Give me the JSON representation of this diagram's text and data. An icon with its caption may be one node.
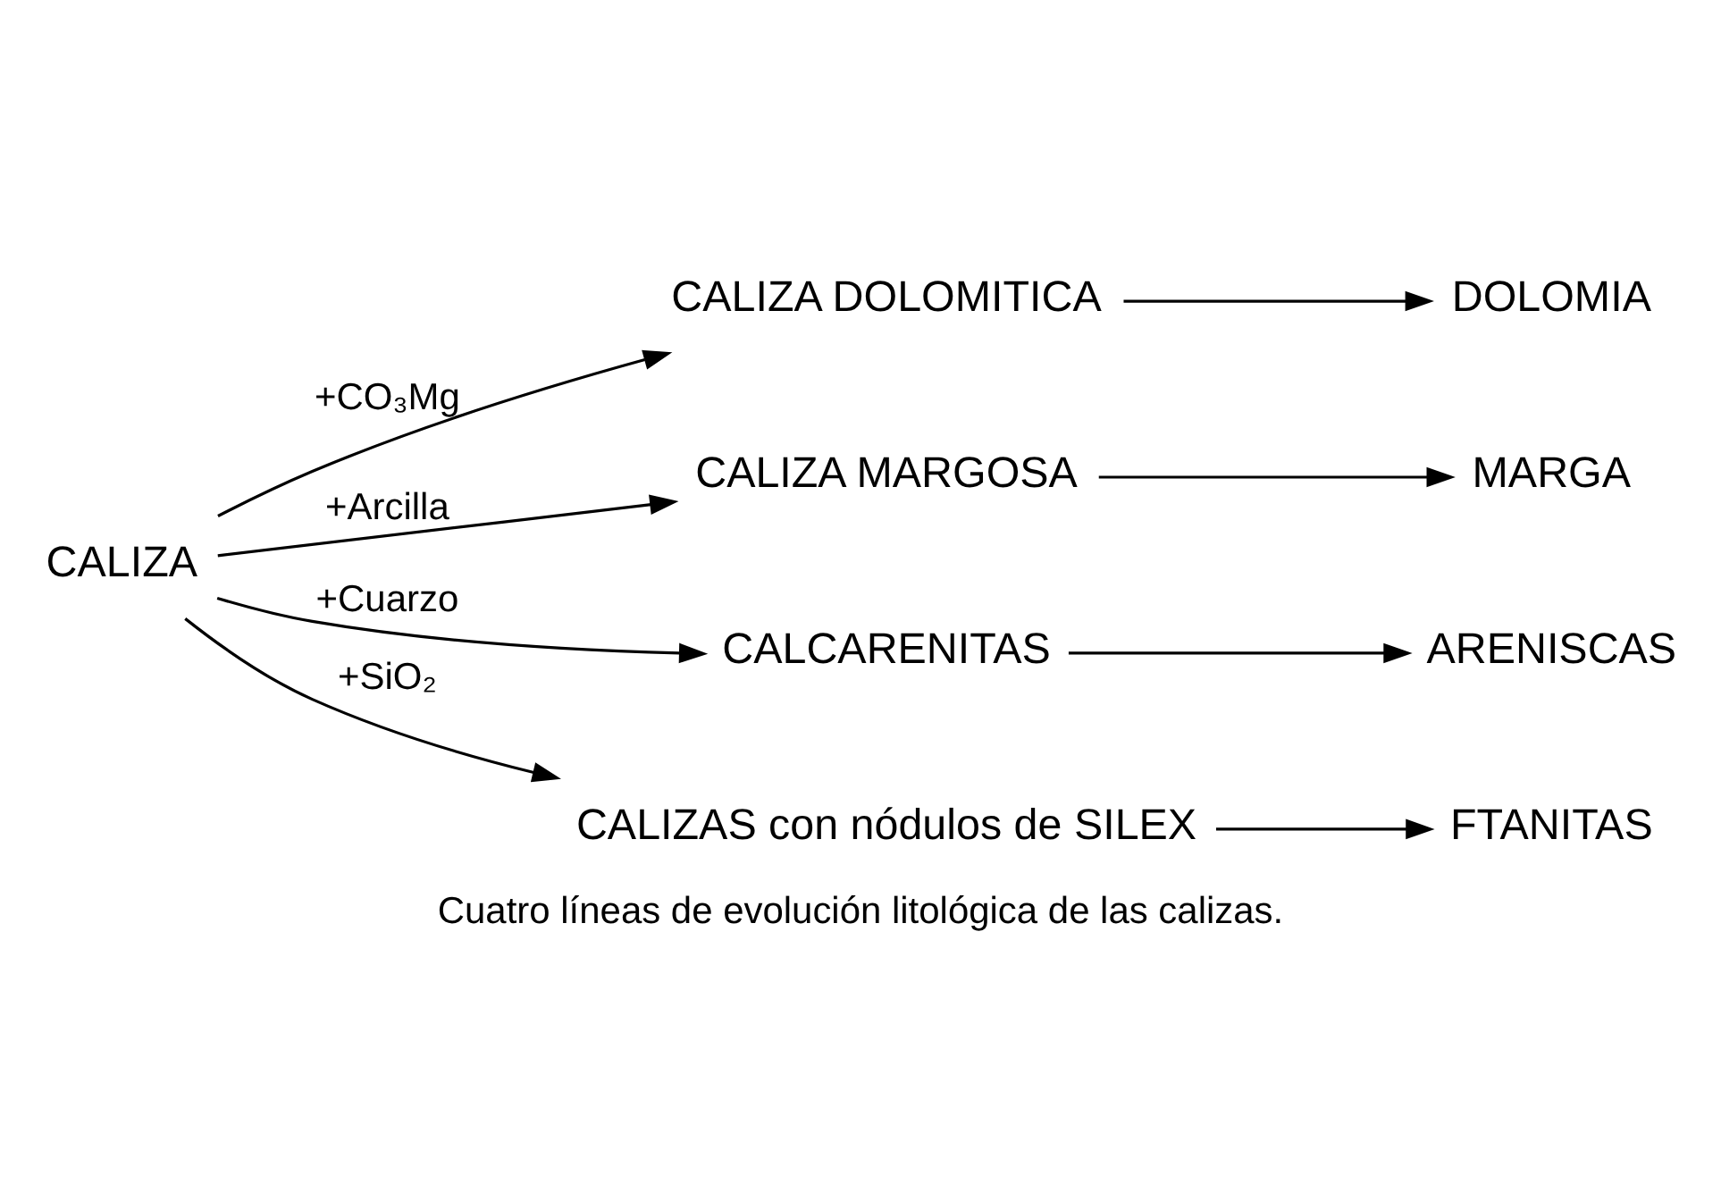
{
  "diagram": {
    "caption": "Cuatro líneas de evolución litológica de las calizas.",
    "nodes": [
      {
        "text": [
          "CALIZA"
        ]
      },
      {
        "text": [
          "DOLOMIA"
        ]
      },
      {
        "text": [
          "CALIZA DOLOMITICA"
        ]
      },
      {
        "text": [
          "CALIZA MARGOSA"
        ]
      },
      {
        "text": [
          "MARGA"
        ]
      },
      {
        "text": [
          "CALCARENITAS"
        ]
      },
      {
        "text": [
          "ARENISCAS"
        ]
      },
      {
        "text": [
          "CALIZAS con nódulos de SILEX"
        ]
      },
      {
        "text": [
          "FTANITAS"
        ]
      }
    ],
    "edges": [
      {
        "from": 2,
        "to": 1,
        "arrow": "to"
      },
      {
        "from": 0,
        "to": 2,
        "arrow": "to",
        "label": "+CO₃Mg"
      },
      {
        "from": 0,
        "to": 3,
        "arrow": "to",
        "label": "+Arcilla"
      },
      {
        "from": 3,
        "to": 4,
        "arrow": "to"
      },
      {
        "from": 0,
        "to": 5,
        "arrow": "to",
        "label": "+Cuarzo"
      },
      {
        "from": 5,
        "to": 6,
        "arrow": "to"
      },
      {
        "from": 0,
        "to": 7,
        "arrow": "to",
        "label": "+SiO₂"
      },
      {
        "from": 7,
        "to": 8,
        "arrow": "to"
      }
    ]
  }
}
